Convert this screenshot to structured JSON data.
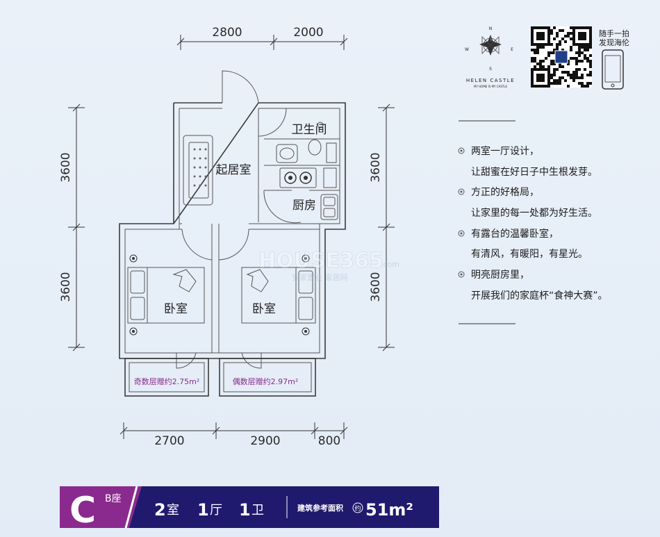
{
  "dimensions": {
    "top": [
      "2800",
      "2000"
    ],
    "bottom": [
      "2700",
      "2900",
      "800"
    ],
    "left": [
      "3600",
      "3600"
    ],
    "right": [
      "3600",
      "3600"
    ]
  },
  "rooms": {
    "living": "起居室",
    "bathroom": "卫生间",
    "kitchen": "厨房",
    "bedroom_left": "卧室",
    "bedroom_right": "卧室"
  },
  "balconies": {
    "left": "奇数层赠约2.75m²",
    "right": "偶数层赠约2.97m²"
  },
  "brand": {
    "compass": [
      "N",
      "E",
      "S",
      "W"
    ],
    "name": "HELEN CASTLE",
    "slogan": "MY HOME IS MY CASTLE",
    "scan_line1": "随手一拍",
    "scan_line2": "发现海伦"
  },
  "features": [
    "两室一厅设计，",
    "让甜蜜在好日子中生根发芽。",
    "方正的好格局，",
    "让家里的每一处都为好生活。",
    "有露台的温馨卧室，",
    "有清风，有暖阳，有星光。",
    "明亮厨房里，",
    "开展我们的家庭杯“食神大赛”。"
  ],
  "watermark": {
    "main": "HOUSE365",
    "sub": ".com",
    "cn": "安家置业 家居网"
  },
  "footer": {
    "letter": "C",
    "seat": "B座",
    "rooms_num": "2",
    "rooms_unit": "室",
    "halls_num": "1",
    "halls_unit": "厅",
    "baths_num": "1",
    "baths_unit": "卫",
    "area_label": "建筑参考面积",
    "approx": "约",
    "area_value": "51m²"
  },
  "colors": {
    "navy": "#1f1a6e",
    "purple": "#8a2a8e",
    "bg": "#e6eef7"
  }
}
